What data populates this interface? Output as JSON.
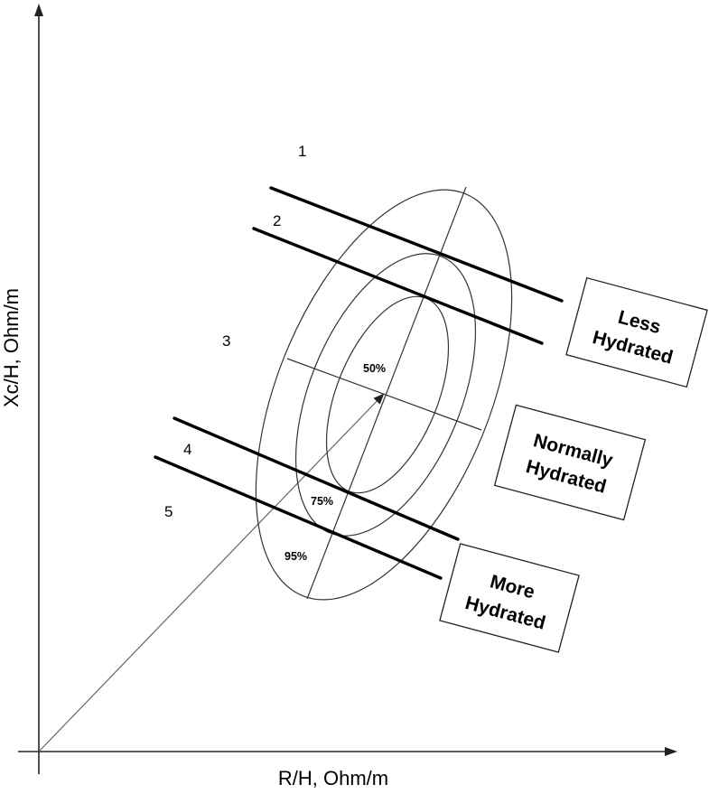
{
  "axes": {
    "x_label": "R/H, Ohm/m",
    "y_label": "Xc/H, Ohm/m"
  },
  "zone_numbers": [
    "1",
    "2",
    "3",
    "4",
    "5"
  ],
  "tolerance_ellipses": [
    "50%",
    "75%",
    "95%"
  ],
  "boxes": [
    {
      "line1": "Less",
      "line2": "Hydrated"
    },
    {
      "line1": "Normally",
      "line2": "Hydrated"
    },
    {
      "line1": "More",
      "line2": "Hydrated"
    }
  ]
}
